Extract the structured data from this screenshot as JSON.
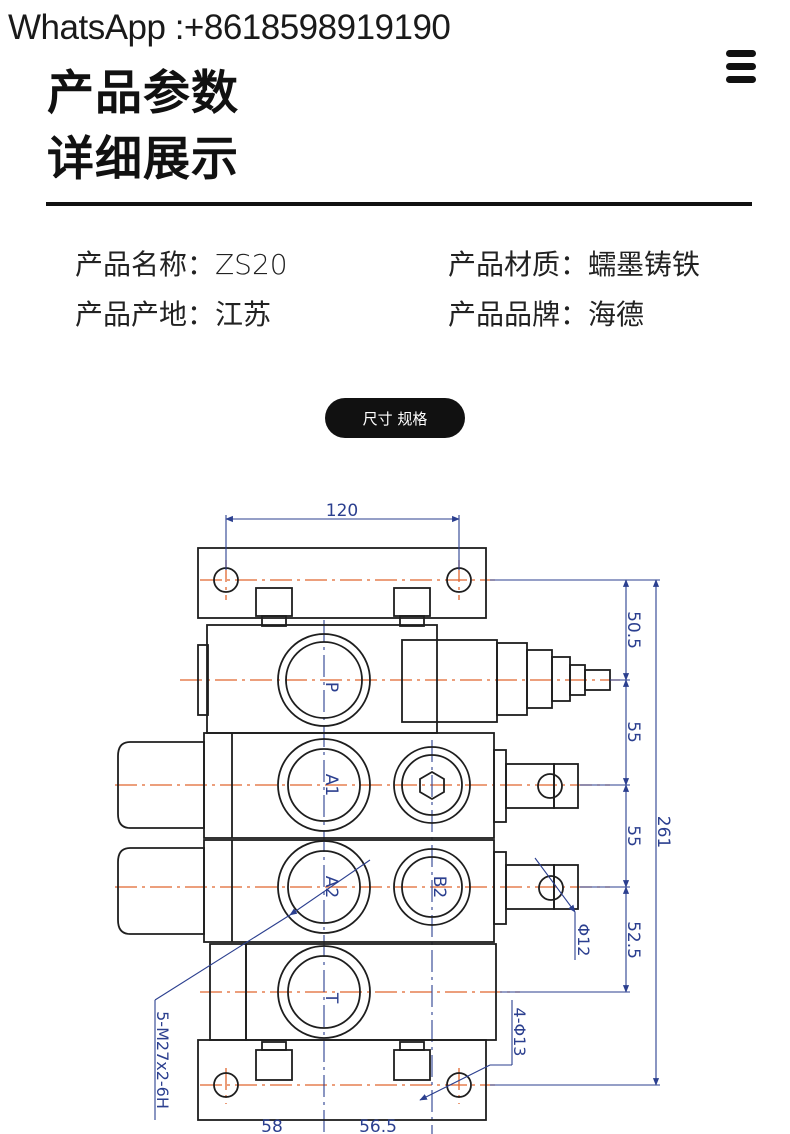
{
  "watermark": "WhatsApp :+8618598919190",
  "header": {
    "title_line1": "产品参数",
    "title_line2": "详细展示",
    "menu_icon": "hamburger-icon"
  },
  "params": [
    {
      "label": "产品名称：ZS20"
    },
    {
      "label": "产品材质：蠕墨铸铁"
    },
    {
      "label": "产品产地：江苏"
    },
    {
      "label": "产品品牌：海德"
    }
  ],
  "section_button": "尺寸 规格",
  "drawing": {
    "dims": {
      "top_width": "120",
      "right_1": "50.5",
      "right_2": "55",
      "right_3": "55",
      "right_4": "52.5",
      "total": "261",
      "bottom_1": "58",
      "bottom_2": "56.5"
    },
    "port_labels": {
      "p": "P",
      "a1": "A1",
      "a2": "A2",
      "b2": "B2",
      "t": "T"
    },
    "callouts": {
      "thread": "5-M27x2-6H",
      "holes": "4-Φ13",
      "pin": "Φ12"
    },
    "colors": {
      "line": "#1e1e1e",
      "dim": "#2b3f8f",
      "center": "#e0662f"
    }
  }
}
